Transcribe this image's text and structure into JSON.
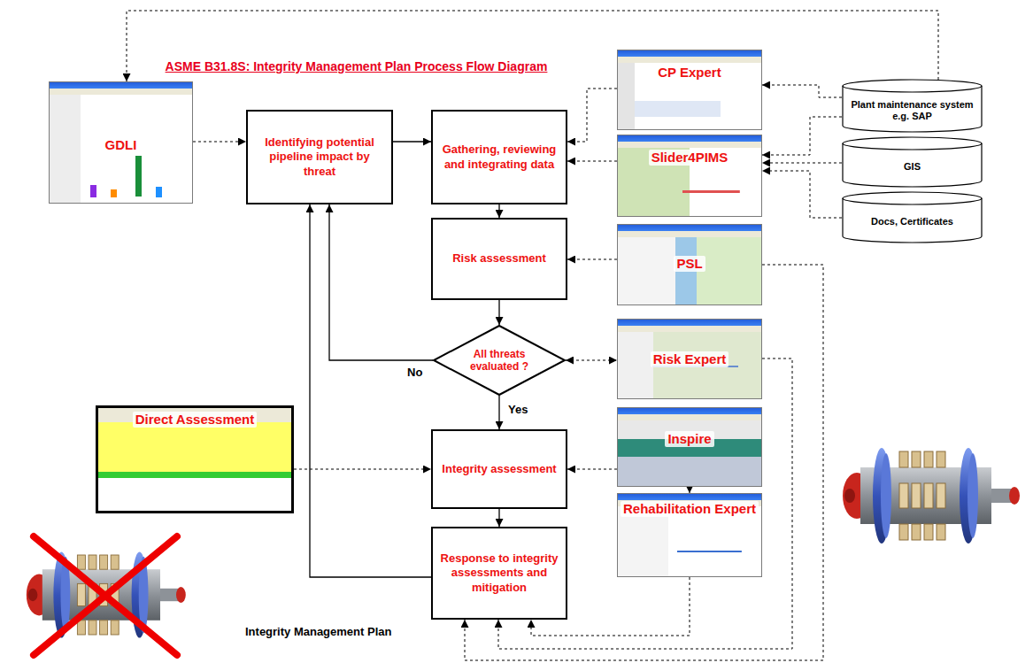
{
  "diagram": {
    "title": "ASME B31.8S: Integrity Management Plan Process Flow Diagram",
    "nodes": [
      {
        "text": [
          "GDLI"
        ]
      },
      {
        "text": [
          "Identifying potential pipeline impact by threat"
        ]
      },
      {
        "text": [
          "Gathering, reviewing and integrating data"
        ]
      },
      {
        "text": [
          "CP Expert"
        ]
      },
      {
        "text": [
          "Slider4PIMS"
        ]
      },
      {
        "text": [
          "Plant maintenance system e.g. SAP"
        ]
      },
      {
        "text": [
          "GIS"
        ]
      },
      {
        "text": [
          "Docs, Certificates"
        ]
      },
      {
        "text": [
          "Risk assessment"
        ]
      },
      {
        "text": [
          "PSL"
        ]
      },
      {
        "text": [
          "All threats evaluated ?"
        ]
      },
      {
        "text": [
          "Risk Expert"
        ]
      },
      {
        "text": [
          "Direct Assessment"
        ]
      },
      {
        "text": [
          "Integrity assessment"
        ]
      },
      {
        "text": [
          "Inspire"
        ]
      },
      {
        "text": [
          "Response to integrity assessments and mitigation"
        ]
      },
      {
        "text": [
          "Rehabilitation Expert"
        ]
      }
    ],
    "edges": [
      {
        "from": 0,
        "to": 1,
        "arrow": "to"
      },
      {
        "from": 5,
        "to": 0,
        "arrow": "to"
      },
      {
        "from": 5,
        "to": 3,
        "arrow": "to"
      },
      {
        "from": 1,
        "to": 2,
        "arrow": "to"
      },
      {
        "from": 3,
        "to": 2,
        "arrow": "to"
      },
      {
        "from": 4,
        "to": 2,
        "arrow": "to"
      },
      {
        "from": 5,
        "to": 4,
        "arrow": "to"
      },
      {
        "from": 6,
        "to": 4,
        "arrow": "to"
      },
      {
        "from": 7,
        "to": 4,
        "arrow": "to"
      },
      {
        "from": 2,
        "to": 8,
        "arrow": "to"
      },
      {
        "from": 9,
        "to": 8,
        "arrow": "to"
      },
      {
        "from": 8,
        "to": 10,
        "arrow": "to"
      },
      {
        "from": 10,
        "to": 1,
        "label": "No",
        "arrow": "to"
      },
      {
        "from": 10,
        "to": 11,
        "arrow": "both"
      },
      {
        "from": 10,
        "to": 13,
        "label": "Yes",
        "arrow": "to"
      },
      {
        "from": 12,
        "to": 13,
        "arrow": "to"
      },
      {
        "from": 14,
        "to": 13,
        "arrow": "to"
      },
      {
        "from": 14,
        "to": 16,
        "arrow": "to"
      },
      {
        "from": 13,
        "to": 15,
        "arrow": "to"
      },
      {
        "from": 15,
        "to": 1,
        "arrow": "to"
      },
      {
        "from": 16,
        "to": 15,
        "arrow": "to"
      },
      {
        "from": 11,
        "to": 15,
        "arrow": "to"
      },
      {
        "from": 9,
        "to": 15,
        "arrow": "to"
      }
    ],
    "labels": [
      "Integrity Management Plan"
    ]
  }
}
